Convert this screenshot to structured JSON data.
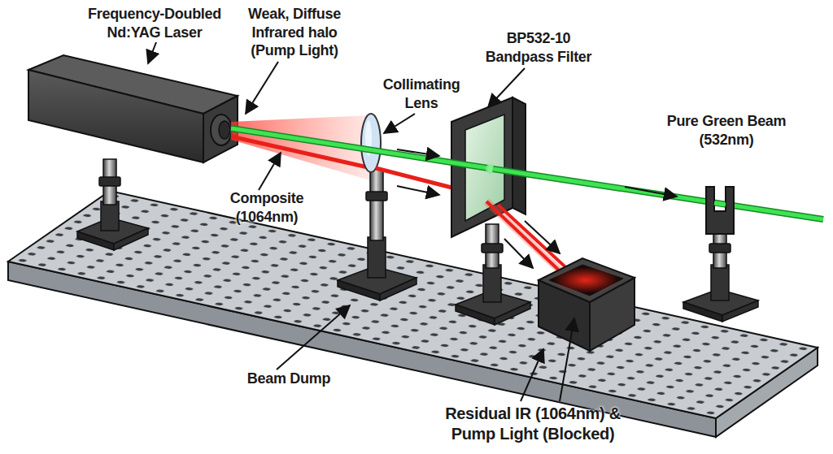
{
  "diagram": {
    "labels": [
      "Frequency-Doubled Nd:YAG Laser",
      "Weak, Diffuse Infrared halo (Pump Light)",
      "BP532-10 Bandpass Filter",
      "Collimating Lens",
      "Pure Green Beam (532nm)",
      "Composite (1064nm)",
      "Beam Dump",
      "Residual IR (1064nm) & Pump Light (Blocked)"
    ]
  }
}
